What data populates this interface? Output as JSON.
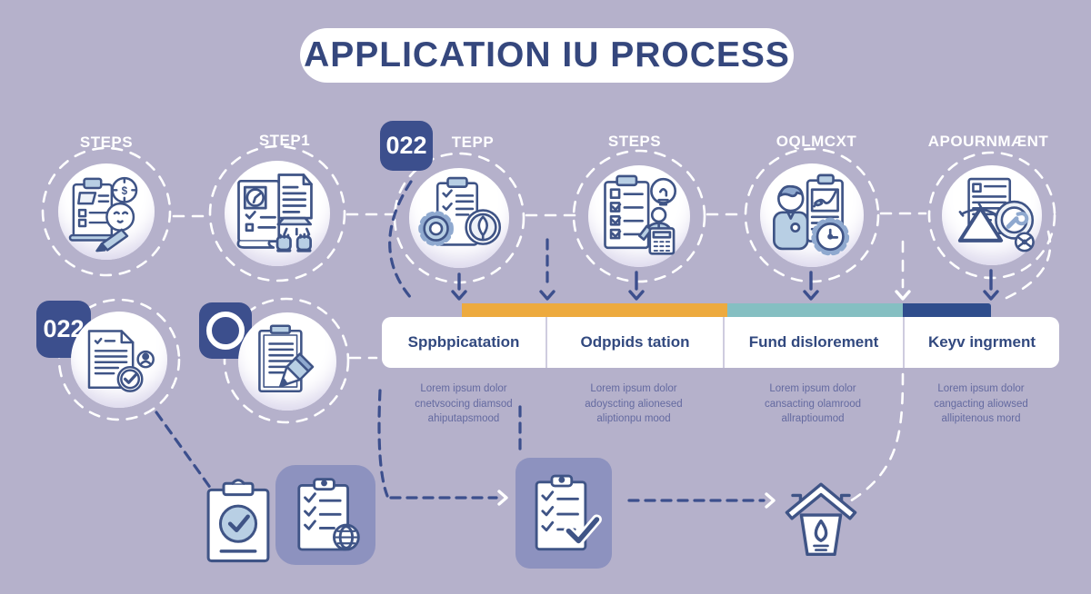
{
  "title": {
    "text": "APPLICATION IU PROCESS"
  },
  "top_steps": [
    {
      "label": "STEPS",
      "icon": "clipboard-person-clock"
    },
    {
      "label": "STEP1",
      "icon": "document-gauge-hands"
    },
    {
      "label": "TEPP",
      "badge": "022",
      "icon": "clipboard-gear-leaf"
    },
    {
      "label": "STEPS",
      "icon": "checklist-bulb-calculator"
    },
    {
      "label": "OQLMCXT",
      "icon": "analyst-chart-clock"
    },
    {
      "label": "APOURNMÆNT",
      "icon": "document-hazard-wrench"
    }
  ],
  "side_steps": [
    {
      "badge": "022",
      "icon": "document-verify"
    },
    {
      "badge_icon": "circle",
      "icon": "clipboard-pencil"
    }
  ],
  "process": {
    "segments": [
      {
        "title": "Sppbpicatation",
        "desc": [
          "Lorem ipsum dolor",
          "cnetvsocing diamsod",
          "ahiputapsmood"
        ],
        "strip_color": "#edaa3e"
      },
      {
        "title": "Odppids tation",
        "desc": [
          "Lorem ipsum dolor",
          "adoyscting alionesed",
          "aliptionpu mood"
        ],
        "strip_color": "#edaa3e"
      },
      {
        "title": "Fund dislorement",
        "desc": [
          "Lorem ipsum dolor",
          "cansacting olamrood",
          "allraptioumod"
        ],
        "strip_color": "#85bfc2"
      },
      {
        "title": "Keyv ingrment",
        "desc": [
          "Lorem ipsum dolor",
          "cangacting aliowsed",
          "allipitenous mord"
        ],
        "strip_color": "#2f4d8c"
      }
    ]
  },
  "bottom_flow": {
    "icons": [
      "clipboard-check",
      "checklist-globe",
      "arrow-right",
      "checklist-done",
      "arrow-right",
      "house-droplet"
    ]
  },
  "colors": {
    "background": "#b5b1cb",
    "banner_bg": "#ffffff",
    "title_text": "#35477d",
    "badge_bg": "#3c4f8d",
    "step_label_text": "#ffffff",
    "bar_orange": "#edaa3e",
    "bar_teal": "#85bfc2",
    "bar_navy": "#2f4d8c",
    "tile_bg": "#8d92bf",
    "icon_stroke": "#3f5486",
    "icon_accent": "#b8cfe4",
    "header_text": "#32497f",
    "desc_text": "#646aa0"
  }
}
